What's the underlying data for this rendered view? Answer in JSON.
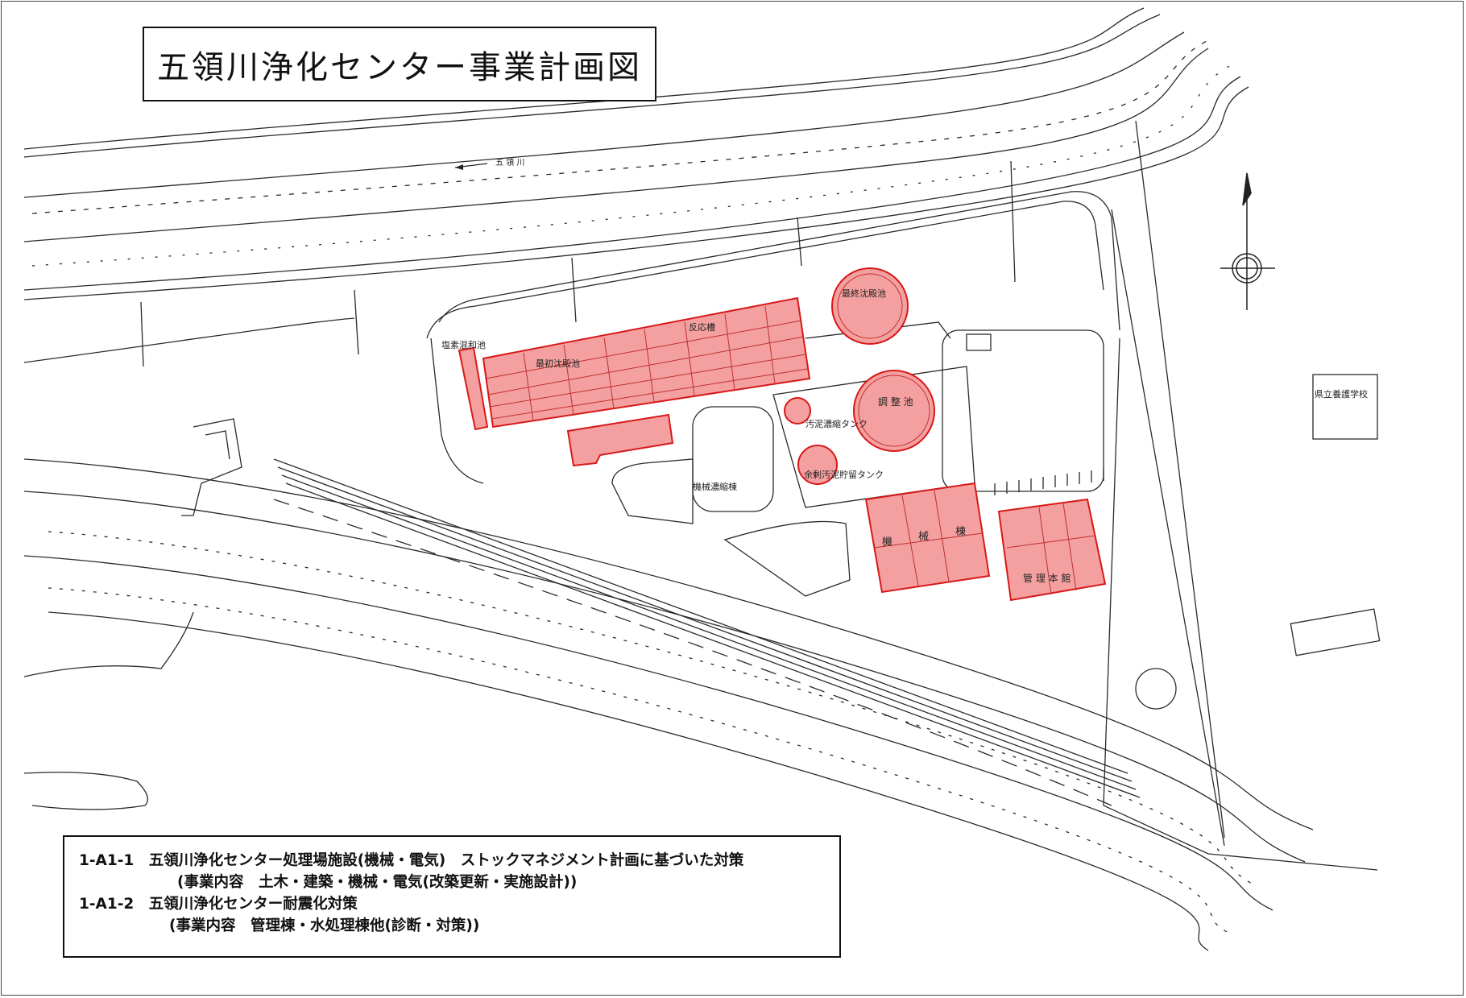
{
  "title": "五領川浄化センター事業計画図",
  "map": {
    "river_label": "五 領 川",
    "facility_labels": {
      "settling_final": "最終沈殿池",
      "reaction_tank": "反応槽",
      "first_settling": "最初沈殿池",
      "chlorine_contact": "塩素混和池",
      "sludge_thickener": "汚泥濃縮タンク",
      "sludge_storage": "余剰汚泥貯留タンク",
      "regulating_pond": "調 整 池",
      "mechanical_thickening": "機械濃縮棟",
      "machine_building_1": "機",
      "machine_building_2": "械",
      "machine_building_3": "棟",
      "admin_building": "管 理 本 館",
      "school": "県立養護学校"
    }
  },
  "legend": {
    "line1": "1-A1-1　五領川浄化センター処理場施設(機械・電気)　ストックマネジメント計画に基づいた対策",
    "line2": "(事業内容　土木・建築・機械・電気(改築更新・実施設計))",
    "line3": "1-A1-2　五領川浄化センター耐震化対策",
    "line4": "(事業内容　管理棟・水処理棟他(診断・対策))"
  },
  "colors": {
    "highlight_fill": "#f4a0a0",
    "highlight_stroke": "#d81818",
    "line": "#2a2a2a"
  }
}
